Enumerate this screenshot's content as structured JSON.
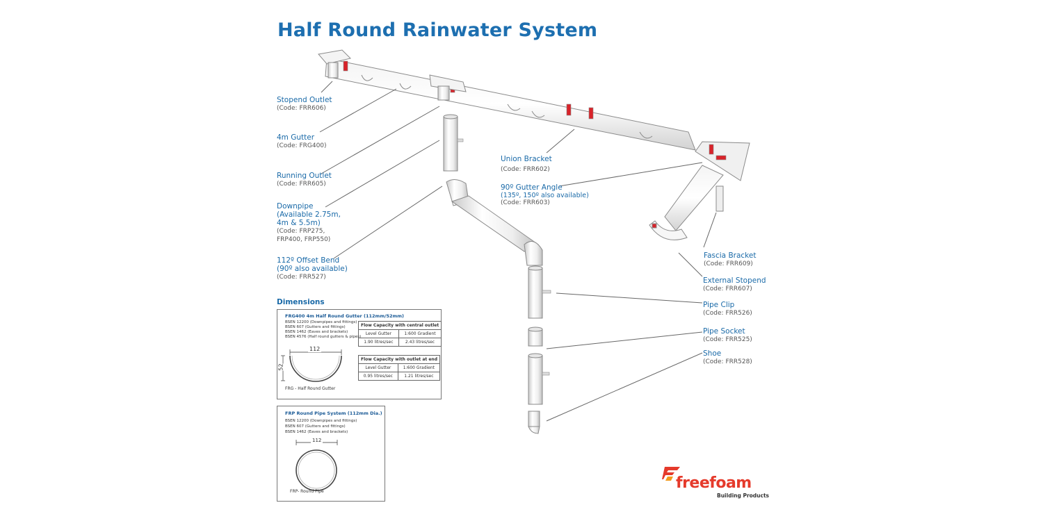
{
  "title": "Half Round Rainwater System",
  "components": [
    {
      "name": "Stopend Outlet",
      "code": "(Code:  FRR606)"
    },
    {
      "name": "4m Gutter",
      "code": "(Code:  FRG400)"
    },
    {
      "name": "Running Outlet",
      "code": "(Code:  FRR605)"
    },
    {
      "name": "Downpipe",
      "name2": "(Available 2.75m,",
      "name3": "4m & 5.5m)",
      "code": "(Code:  FRP275,",
      "code2": "FRP400, FRP550)"
    },
    {
      "name": "112º Offset Bend",
      "name2": "(90º also available)",
      "code": "(Code:  FRR527)"
    },
    {
      "name": "Union Bracket",
      "code": "(Code:  FRR602)"
    },
    {
      "name": "90º Gutter Angle",
      "name2": "(135º,  150º also available)",
      "code": "(Code:  FRR603)"
    },
    {
      "name": "Fascia Bracket",
      "code": "(Code:  FRR609)"
    },
    {
      "name": "External Stopend",
      "code": "(Code:  FRR607)"
    },
    {
      "name": "Pipe Clip",
      "code": "(Code:  FRR526)"
    },
    {
      "name": "Pipe Socket",
      "code": "(Code:  FRR525)"
    },
    {
      "name": "Shoe",
      "code": "(Code:  FRR528)"
    }
  ],
  "dimensions": {
    "heading": "Dimensions",
    "gutter": {
      "title": "FRG400 4m Half Round Gutter (112mm/52mm)",
      "standards": [
        "BSEN 12200 (Downpipes and fittings)",
        "BSEN 607 (Gutters and fittings)",
        "BSEN 1462 (Eaves and brackets)",
        "BSEN 4576 (Half round gutters & pipes)"
      ],
      "width": "112",
      "depth": "52",
      "caption": "FRG - Half Round Gutter",
      "central": {
        "title": "Flow Capacity with central outlet",
        "col1": "Level Gutter",
        "col2": "1:600 Gradient",
        "val1": "1.90 litres/sec",
        "val2": "2.43 litres/sec"
      },
      "end": {
        "title": "Flow Capacity with outlet at end",
        "col1": "Level Gutter",
        "col2": "1:600 Gradient",
        "val1": "0.95 litres/sec",
        "val2": "1.21 litres/sec"
      }
    },
    "pipe": {
      "title": "FRP Round Pipe System (112mm Dia.)",
      "standards": [
        "BSEN 12200 (Downpipes and fittings)",
        "BSEN 607 (Gutters and fittings)",
        "BSEN 1462 (Eaves and brackets)"
      ],
      "diameter": "112",
      "caption": "FRP- Round Pipe"
    }
  },
  "logo": {
    "word": "freefoam",
    "sub": "Building Products"
  },
  "colors": {
    "title": "#1d6fb0",
    "label": "#1a6aa8",
    "logo": "#e53a2b",
    "clip": "#d8232a"
  }
}
